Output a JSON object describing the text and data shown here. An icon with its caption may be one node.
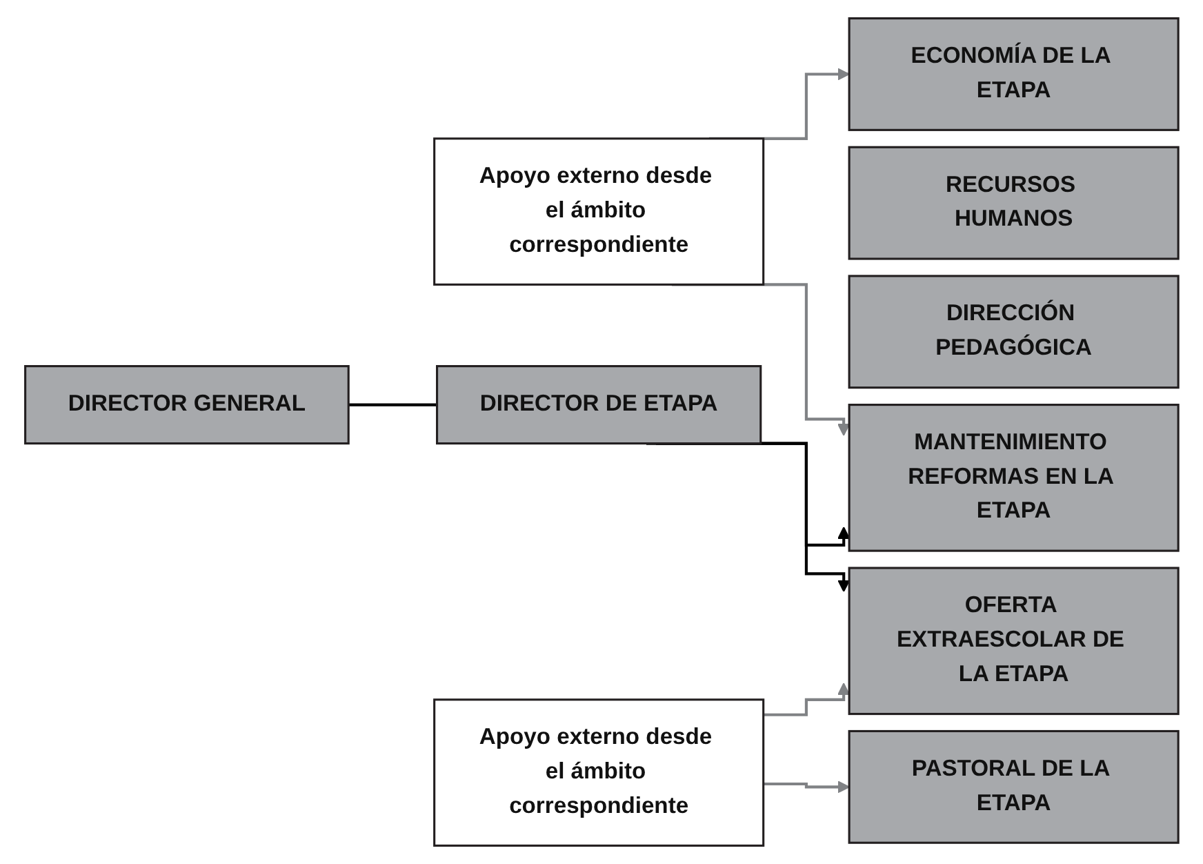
{
  "diagram": {
    "nodes": [
      {
        "text": [
          "Apoyo externo desde el ámbito correspondiente"
        ]
      },
      {
        "text": [
          "DIRECTOR GENERAL"
        ]
      },
      {
        "text": [
          "DIRECTOR DE ETAPA"
        ]
      },
      {
        "text": [
          "Apoyo externo desde el ámbito correspondiente"
        ]
      },
      {
        "text": [
          "MANTENIMIENTO REFORMAS EN LA ETAPA"
        ]
      },
      {
        "text": [
          "ECONOMÍA DE LA ETAPA"
        ]
      },
      {
        "text": [
          "DIRECCIÓN PEDAGÓGICA"
        ]
      },
      {
        "text": [
          "RECURSOS HUMANOS"
        ]
      },
      {
        "text": [
          "PASTORAL DE LA ETAPA"
        ]
      },
      {
        "text": [
          "OFERTA EXTRAESCOLAR DE LA ETAPA"
        ]
      }
    ],
    "edges": [
      {
        "from": 1,
        "to": 2,
        "arrow": "none",
        "color": "#000000"
      },
      {
        "from": 0,
        "to": 4,
        "arrow": "to"
      },
      {
        "from": 0,
        "to": 5,
        "arrow": "to"
      },
      {
        "from": 2,
        "to": 4,
        "arrow": "to",
        "color": "#000000"
      },
      {
        "from": 2,
        "to": 9,
        "arrow": "to",
        "color": "#000000"
      },
      {
        "from": 3,
        "to": 8,
        "arrow": "to"
      },
      {
        "from": 3,
        "to": 9,
        "arrow": "to"
      }
    ]
  }
}
